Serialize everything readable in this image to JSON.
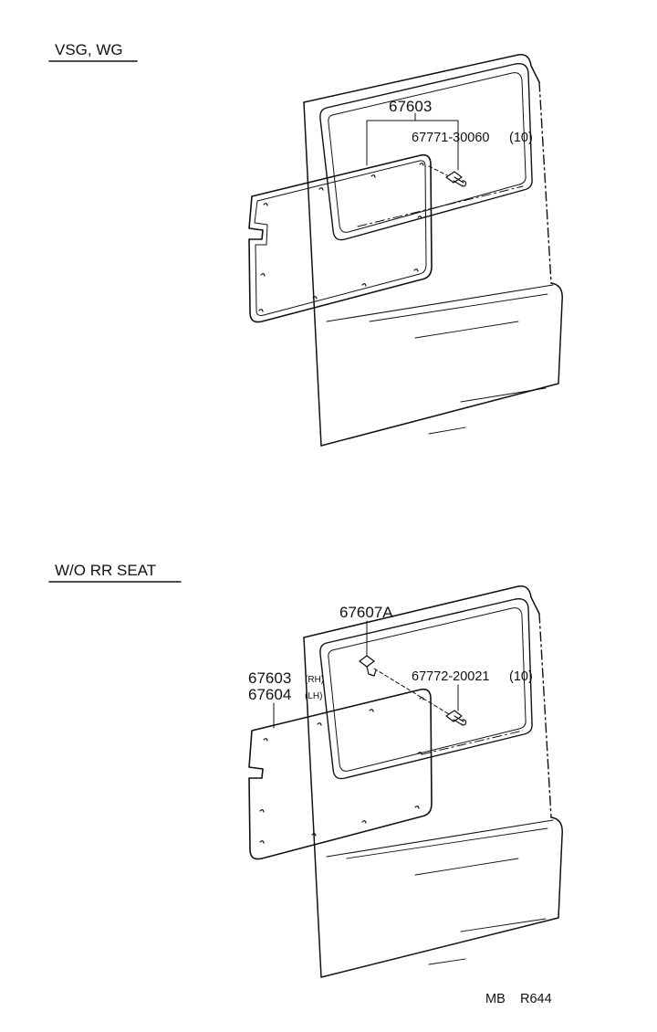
{
  "sections": [
    {
      "heading": "VSG, WG",
      "labels": {
        "trim_board": "67603",
        "clip": "67771-30060",
        "clip_qty": "(10)"
      }
    },
    {
      "heading": "W/O RR  SEAT",
      "labels": {
        "retainer": "67607A",
        "trim_board_rh": "67603",
        "rh": "(RH)",
        "trim_board_lh": "67604",
        "lh": "(LH)",
        "clip": "67772-20021",
        "clip_qty": "(10)"
      }
    }
  ],
  "footer": {
    "code1": "MB",
    "code2": "R644"
  }
}
